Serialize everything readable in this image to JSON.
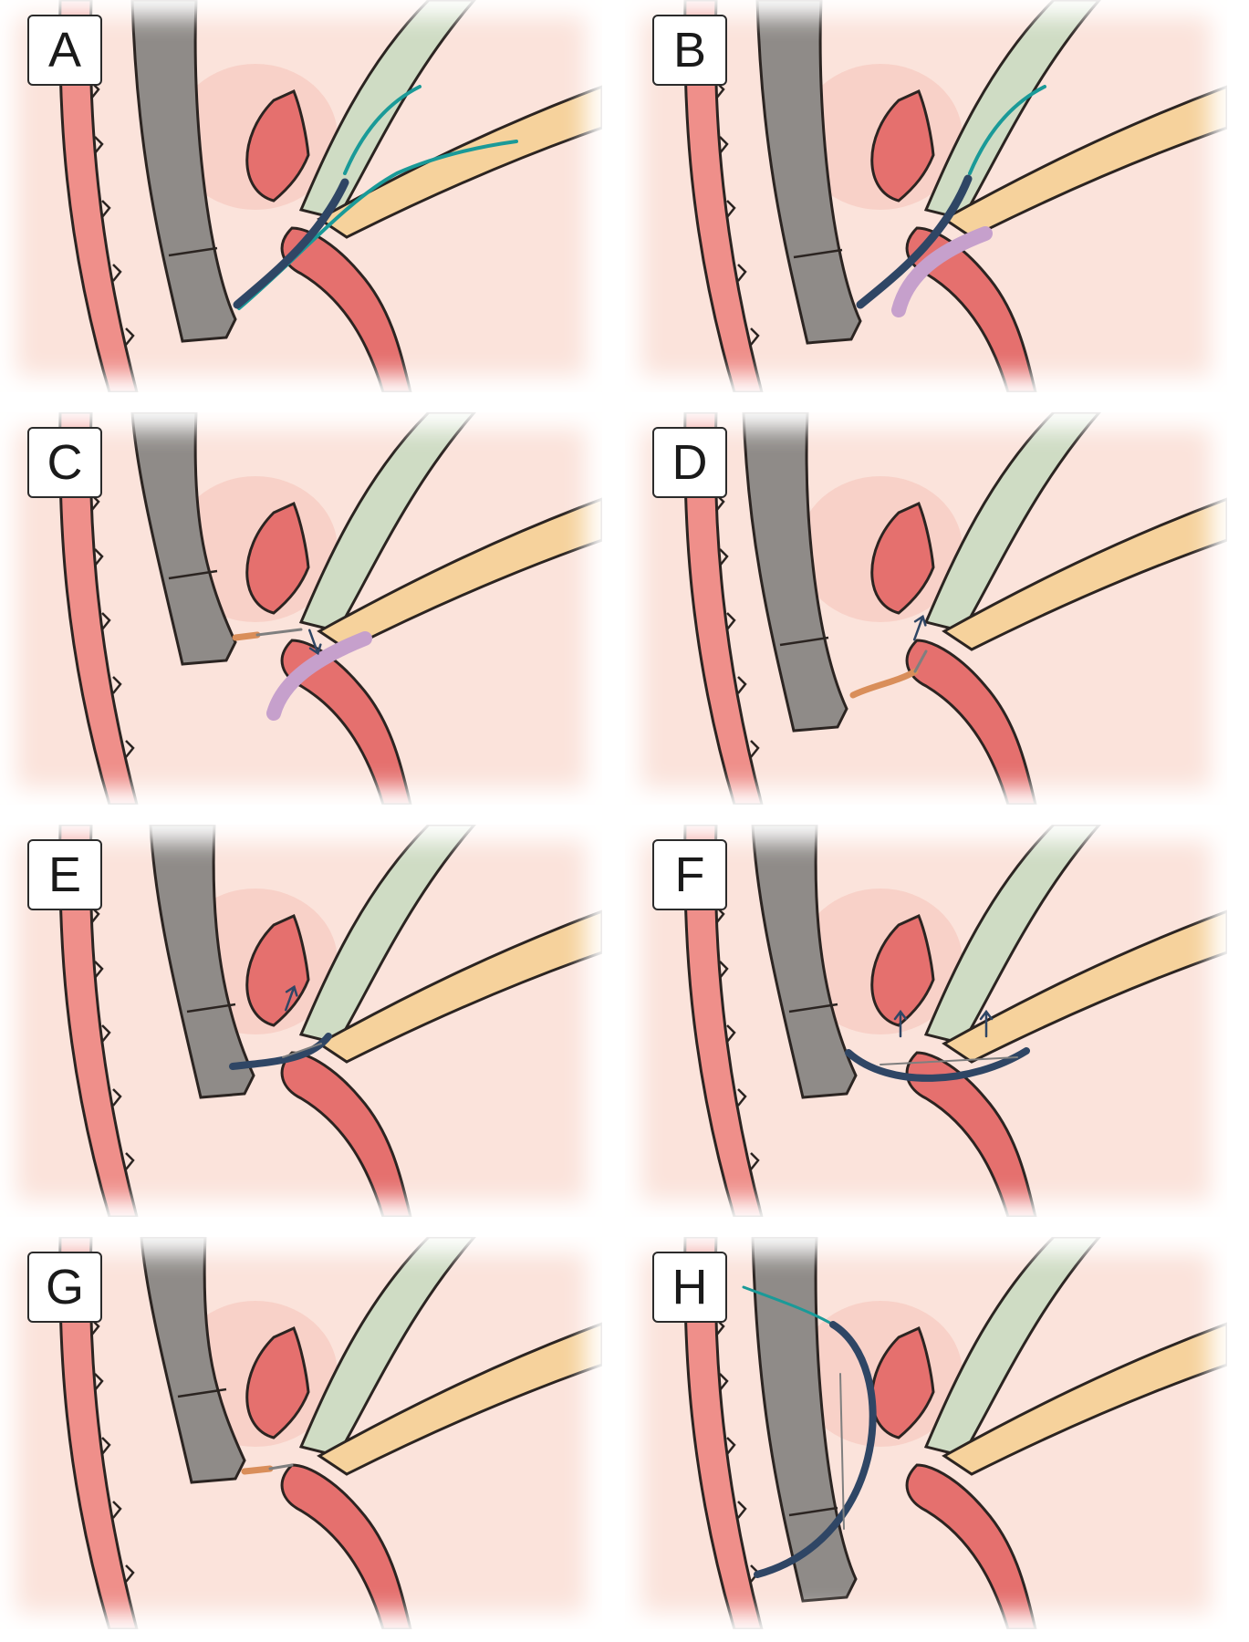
{
  "panels": [
    {
      "label": "A"
    },
    {
      "label": "B"
    },
    {
      "label": "C"
    },
    {
      "label": "D"
    },
    {
      "label": "E"
    },
    {
      "label": "F"
    },
    {
      "label": "G"
    },
    {
      "label": "H"
    }
  ],
  "colors": {
    "background": "#fbe3db",
    "tissue_pink": "#ef8f8a",
    "tissue_dark": "#e5706e",
    "outline": "#2b2421",
    "endoscope_gray": "#8f8b88",
    "bile_duct_green": "#cfdcc4",
    "pancreatic_duct_yellow": "#f6d29c",
    "guidewire_teal": "#1a9a98",
    "catheter_navy": "#2f4665",
    "stent_lavender": "#c6a0cc",
    "knife_orange": "#d98e5a",
    "wire_gray": "#7f7f7f"
  },
  "icons": {
    "endoscope": "endoscope-tube",
    "arrow": "arrow-up-icon"
  }
}
